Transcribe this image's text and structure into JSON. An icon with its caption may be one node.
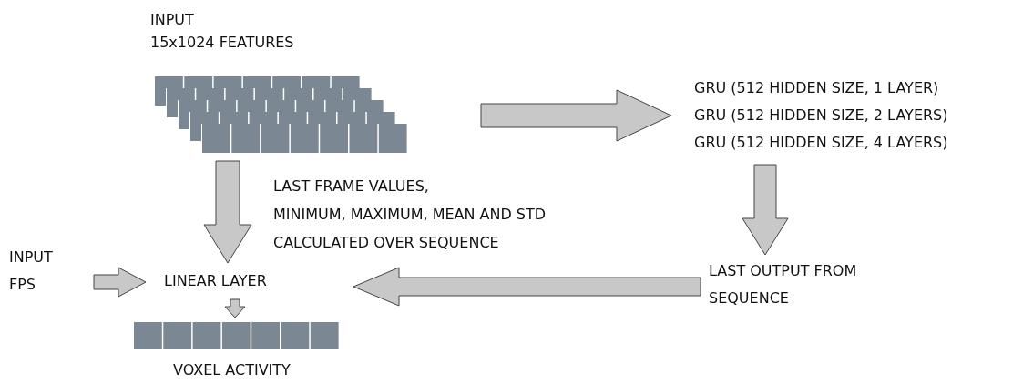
{
  "diagram": {
    "nodes": [
      {
        "text": [
          "INPUT",
          "15x1024 FEATURES"
        ]
      },
      {
        "text": [
          "GRU (512 HIDDEN SIZE, 1 LAYER)",
          "GRU (512 HIDDEN SIZE, 2 LAYERS)",
          "GRU (512 HIDDEN SIZE, 4 LAYERS)"
        ]
      },
      {
        "text": [
          "INPUT FPS"
        ]
      },
      {
        "text": [
          "LINEAR LAYER"
        ]
      },
      {
        "text": [
          "LAST OUTPUT FROM SEQUENCE"
        ]
      },
      {
        "text": [
          "VOXEL ACTIVITY"
        ]
      }
    ],
    "edges": [
      {
        "from": 0,
        "to": 1,
        "arrow": "to"
      },
      {
        "from": 0,
        "to": 3,
        "arrow": "to"
      },
      {
        "from": 1,
        "to": 4,
        "arrow": "to"
      },
      {
        "from": 4,
        "to": 3,
        "arrow": "to"
      },
      {
        "from": 2,
        "to": 3,
        "arrow": "to"
      },
      {
        "from": 3,
        "to": 5,
        "arrow": "to"
      }
    ],
    "labels": [
      "LAST FRAME VALUES,",
      "MINIMUM, MAXIMUM, MEAN AND STD",
      "CALCULATED OVER SEQUENCE"
    ]
  }
}
